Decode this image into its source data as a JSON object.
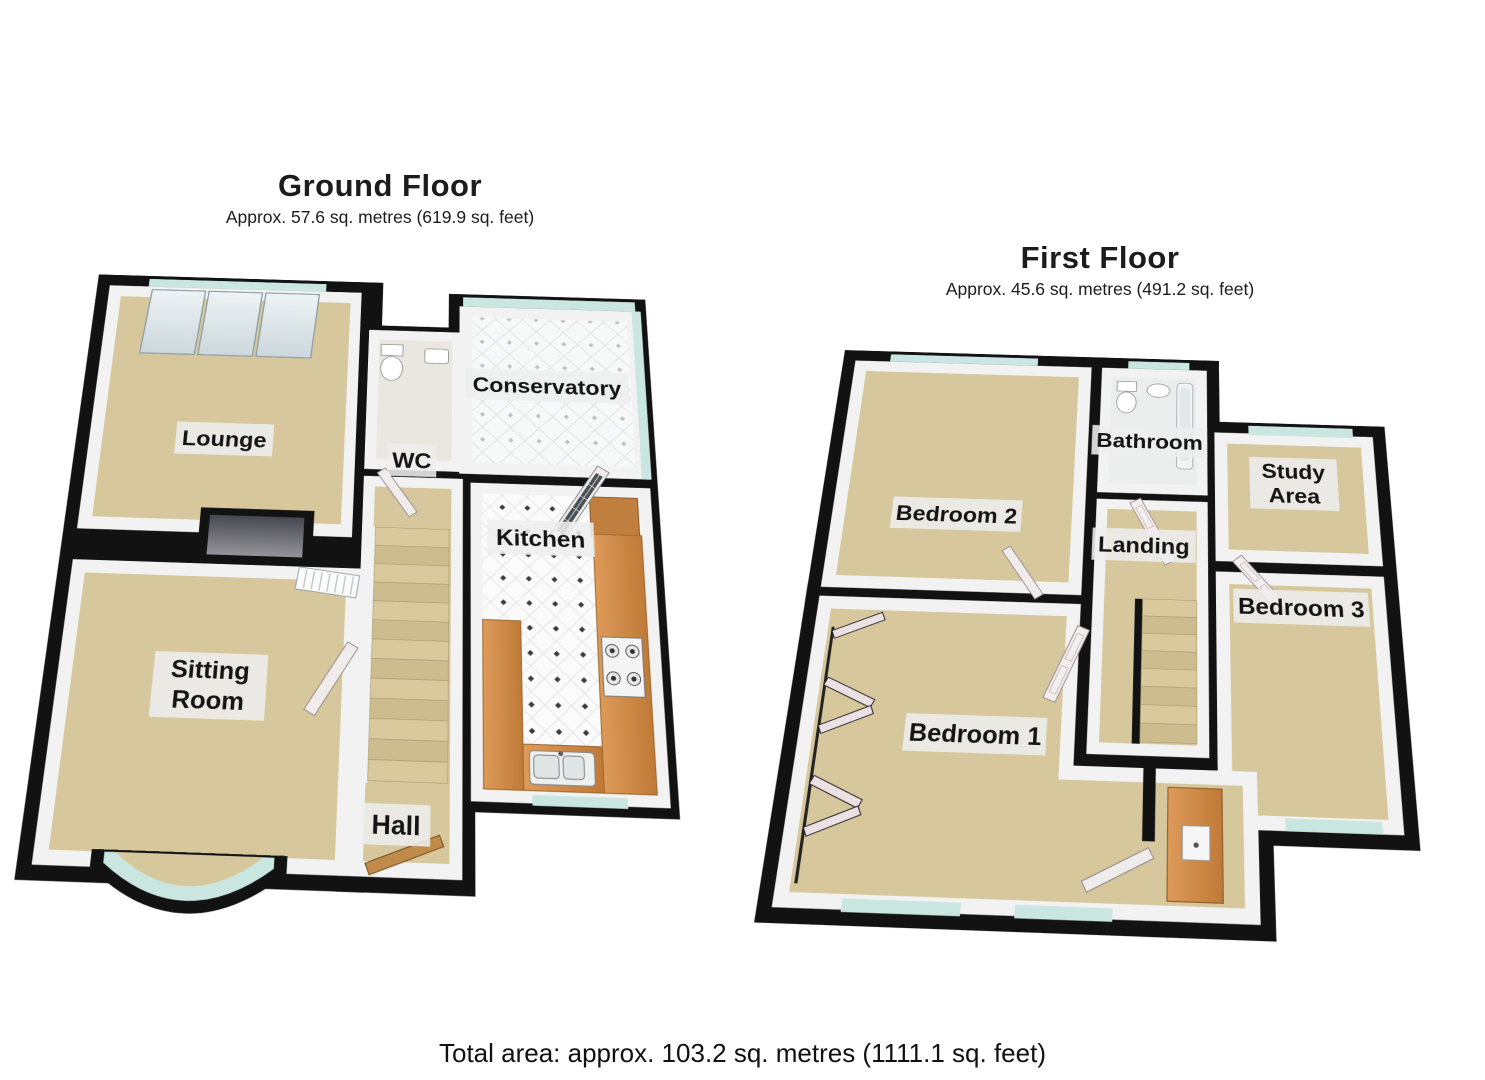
{
  "ground_floor": {
    "title": "Ground Floor",
    "subtitle": "Approx. 57.6 sq. metres (619.9 sq. feet)",
    "rooms": {
      "lounge": "Lounge",
      "wc": "WC",
      "conservatory": "Conservatory",
      "kitchen": "Kitchen",
      "sitting_room_line1": "Sitting",
      "sitting_room_line2": "Room",
      "hall": "Hall"
    }
  },
  "first_floor": {
    "title": "First Floor",
    "subtitle": "Approx. 45.6 sq. metres (491.2 sq. feet)",
    "rooms": {
      "bedroom2": "Bedroom 2",
      "bathroom": "Bathroom",
      "landing": "Landing",
      "study_line1": "Study",
      "study_line2": "Area",
      "bedroom3": "Bedroom 3",
      "bedroom1": "Bedroom 1"
    }
  },
  "footer": {
    "total_area": "Total area: approx. 103.2 sq. metres (1111.1 sq. feet)"
  },
  "colors": {
    "wall": "#121212",
    "carpet": "#d6c79c",
    "glass": "#c9e6e1",
    "kitchen_counter": "#cf8c4e",
    "tile": "#fbfbfb",
    "label_background": "#eeeeee"
  }
}
